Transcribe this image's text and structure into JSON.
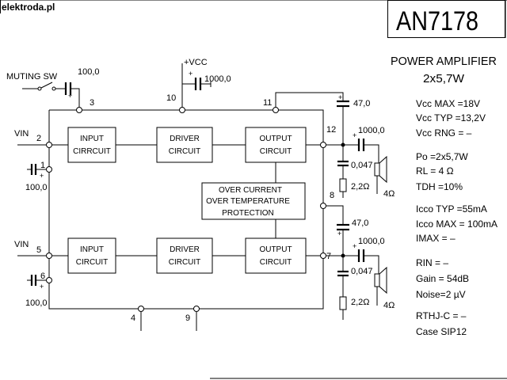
{
  "watermark": "elektroda.pl",
  "part_number": "AN7178",
  "title_line1": "POWER AMPLIFIER",
  "title_line2": "2x5,7W",
  "specs": {
    "vcc_max": "Vcc MAX =18V",
    "vcc_typ": "Vcc TYP =13,2V",
    "vcc_rng": "Vcc RNG = –",
    "po": "Po =2x5,7W",
    "rl": "RL = 4 Ω",
    "tdh": "TDH =10%",
    "icco_typ": "Icco TYP =55mA",
    "icco_max": "Icco MAX = 100mA",
    "imax": "IMAX = –",
    "rin": "RIN = –",
    "gain": "Gain = 54dB",
    "noise": "Noise=2 µV",
    "rthj": "RTHJ-C = –",
    "case": "Case SIP12"
  },
  "blocks": {
    "input_top": [
      "INPUT",
      "CIRRCUIT"
    ],
    "driver_top": [
      "DRIVER",
      "CIRCUIT"
    ],
    "output_top": [
      "OUTPUT",
      "CIRCUIT"
    ],
    "protection": [
      "OVER CURRENT",
      "OVER TEMPERATURE",
      "PROTECTION"
    ],
    "input_bottom": [
      "INPUT",
      "CIRCUIT"
    ],
    "driver_bottom": [
      "DRIVER",
      "CIRCUIT"
    ],
    "output_bottom": [
      "OUTPUT",
      "CIRCUIT"
    ]
  },
  "labels": {
    "muting_sw": "MUTING SW",
    "vcc": "+VCC",
    "vin1": "VIN",
    "vin2": "VIN"
  },
  "pins": {
    "p1": "1",
    "p2": "2",
    "p3": "3",
    "p4": "4",
    "p5": "5",
    "p6": "6",
    "p7": "7",
    "p8": "8",
    "p9": "9",
    "p10": "10",
    "p11": "11",
    "p12": "12"
  },
  "components": {
    "c_mute": "100,0",
    "c_vcc": "1000,0",
    "c_boot_top": "47,0",
    "c_out_top": "1000,0",
    "c_zobel_top": "0,047",
    "r_zobel_top": "2,2Ω",
    "spk_top": "4Ω",
    "c_in_top": "100,0",
    "c_boot_bottom": "47,0",
    "c_out_bottom": "1000,0",
    "c_zobel_bottom": "0,047",
    "r_zobel_bottom": "2,2Ω",
    "spk_bottom": "4Ω",
    "c_in_bottom": "100,0",
    "plus": "+"
  }
}
